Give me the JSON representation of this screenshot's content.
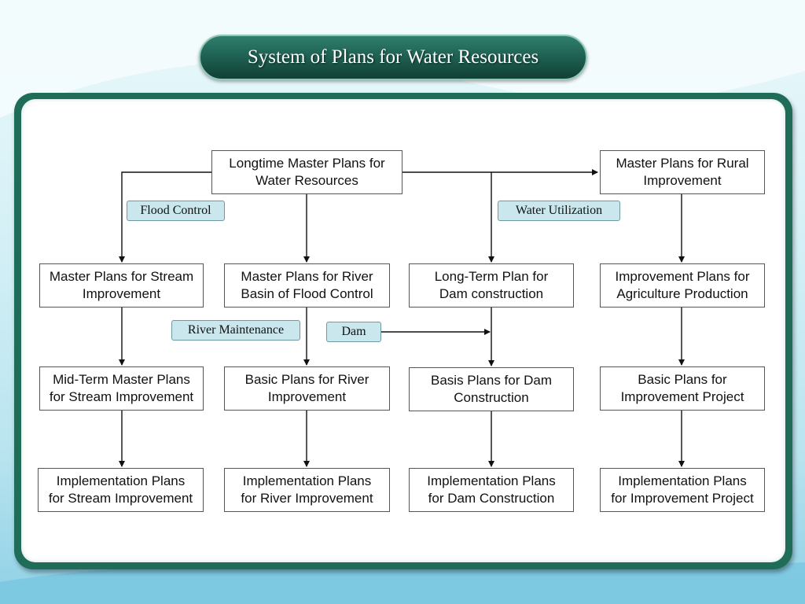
{
  "title": "System of Plans for Water Resources",
  "colors": {
    "title_bg": "#1c5c4e",
    "panel_border": "#1f6d59",
    "tag_bg": "#c9e7ec"
  },
  "nodes": {
    "longtime_master": "Longtime Master Plans for\nWater Resources",
    "rural_master": "Master Plans for Rural\nImprovement",
    "stream_master": "Master Plans for Stream\nImprovement",
    "river_master": "Master Plans for River\nBasin of Flood Control",
    "dam_longterm": "Long-Term Plan for\nDam construction",
    "agri_improvement": "Improvement Plans for\nAgriculture Production",
    "stream_midterm": "Mid-Term Master Plans\nfor Stream Improvement",
    "river_basic": "Basic Plans for River\nImprovement",
    "dam_basis": "Basis Plans for Dam\nConstruction",
    "project_basic": "Basic Plans for\nImprovement Project",
    "stream_impl": "Implementation Plans\nfor Stream Improvement",
    "river_impl": "Implementation Plans\nfor River Improvement",
    "dam_impl": "Implementation Plans\nfor Dam Construction",
    "project_impl": "Implementation Plans\nfor Improvement Project"
  },
  "tags": {
    "flood_control": "Flood Control",
    "water_utilization": "Water Utilization",
    "river_maintenance": "River Maintenance",
    "dam": "Dam"
  }
}
